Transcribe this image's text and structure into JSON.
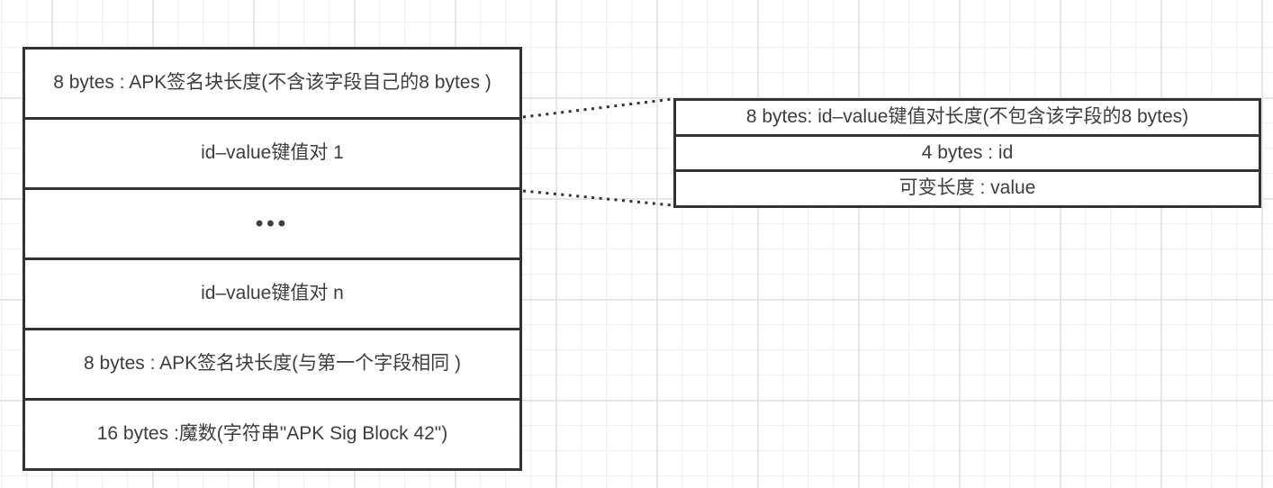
{
  "left_table": {
    "rows": [
      "8 bytes : APK签名块长度(不含该字段自己的8 bytes )",
      "id–value键值对 1",
      "•••",
      "id–value键值对 n",
      "8 bytes : APK签名块长度(与第一个字段相同 )",
      "16 bytes :魔数(字符串\"APK Sig Block 42\")"
    ]
  },
  "right_table": {
    "rows": [
      "8 bytes: id–value键值对长度(不包含该字段的8 bytes)",
      "4 bytes : id",
      "可变长度 : value"
    ]
  },
  "colors": {
    "background": "#ffffff",
    "grid_minor": "#f1f1f1",
    "grid_major": "#e6e6e6",
    "border": "#333333",
    "text": "#3d3d3d",
    "connector": "#333333"
  }
}
